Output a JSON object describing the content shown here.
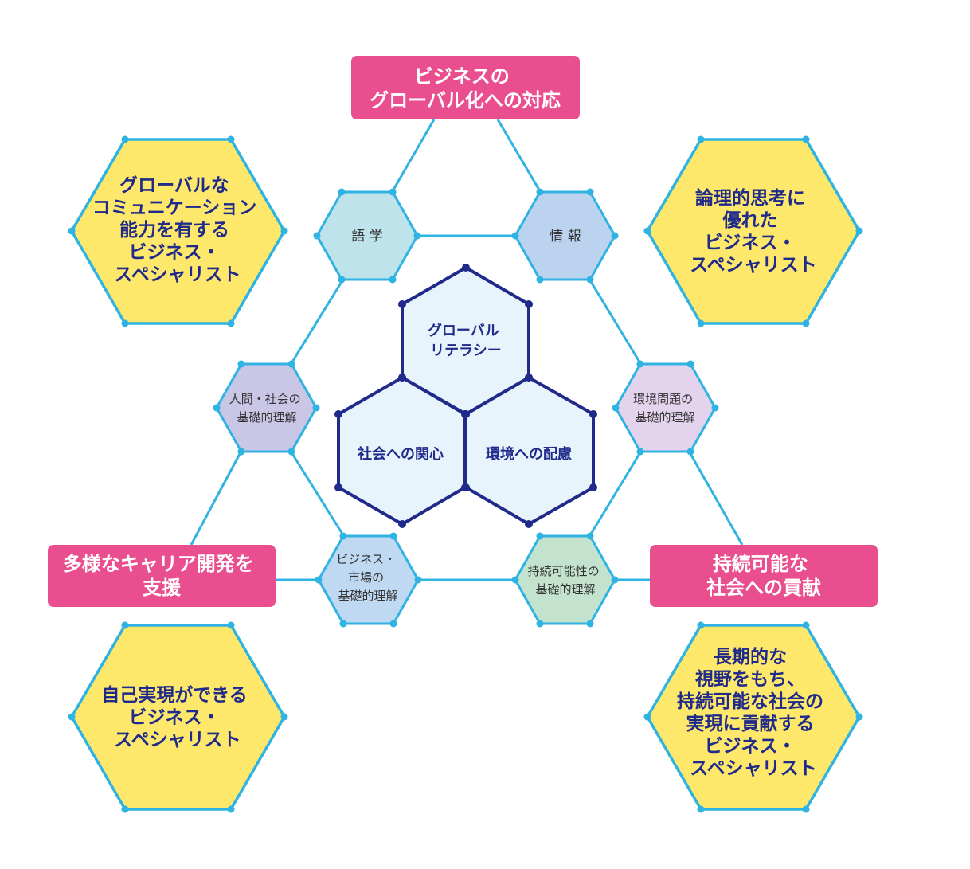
{
  "goals": {
    "top": {
      "lines": [
        "ビジネスの",
        "グローバル化への対応"
      ],
      "color": "#e94f8e"
    },
    "left": {
      "lines": [
        "多様なキャリア開発を",
        "支援"
      ],
      "color": "#e94f8e"
    },
    "right": {
      "lines": [
        "持続可能な",
        "社会への貢献"
      ],
      "color": "#e94f8e"
    }
  },
  "specialists": {
    "top_left": {
      "lines": [
        "グローバルな",
        "コミュニケーション",
        "能力を有する",
        "ビジネス・",
        "スペシャリスト"
      ]
    },
    "top_right": {
      "lines": [
        "論理的思考に",
        "優れた",
        "ビジネス・",
        "スペシャリスト"
      ]
    },
    "bottom_left": {
      "lines": [
        "自己実現ができる",
        "ビジネス・",
        "スペシャリスト"
      ]
    },
    "bottom_right": {
      "lines": [
        "長期的な",
        "視野をもち、",
        "持続可能な社会の",
        "実現に貢献する",
        "ビジネス・",
        "スペシャリスト"
      ]
    }
  },
  "core": {
    "top": {
      "lines": [
        "グローバル",
        "リテラシー"
      ]
    },
    "left": {
      "lines": [
        "社会への関心"
      ]
    },
    "right": {
      "lines": [
        "環境への配慮"
      ]
    }
  },
  "subjects": {
    "language": {
      "lines": [
        "語 学"
      ],
      "color": "#bfe3ea"
    },
    "information": {
      "lines": [
        "情 報"
      ],
      "color": "#bcd3ef"
    },
    "human_society": {
      "lines": [
        "人間・社会の",
        "基礎的理解"
      ],
      "color": "#c9c6e6"
    },
    "environment": {
      "lines": [
        "環境問題の",
        "基礎的理解"
      ],
      "color": "#e3d3ec"
    },
    "business_market": {
      "lines": [
        "ビジネス・",
        "市場の",
        "基礎的理解"
      ],
      "color": "#bfd9f2"
    },
    "sustainability": {
      "lines": [
        "持続可能性の",
        "基礎的理解"
      ],
      "color": "#c4e3cf"
    }
  },
  "colors": {
    "connector": "#2fb3e3",
    "yellow_fill": "#fde86b",
    "core_stroke": "#1f2a8a",
    "core_fill": "#e8f4fc"
  }
}
